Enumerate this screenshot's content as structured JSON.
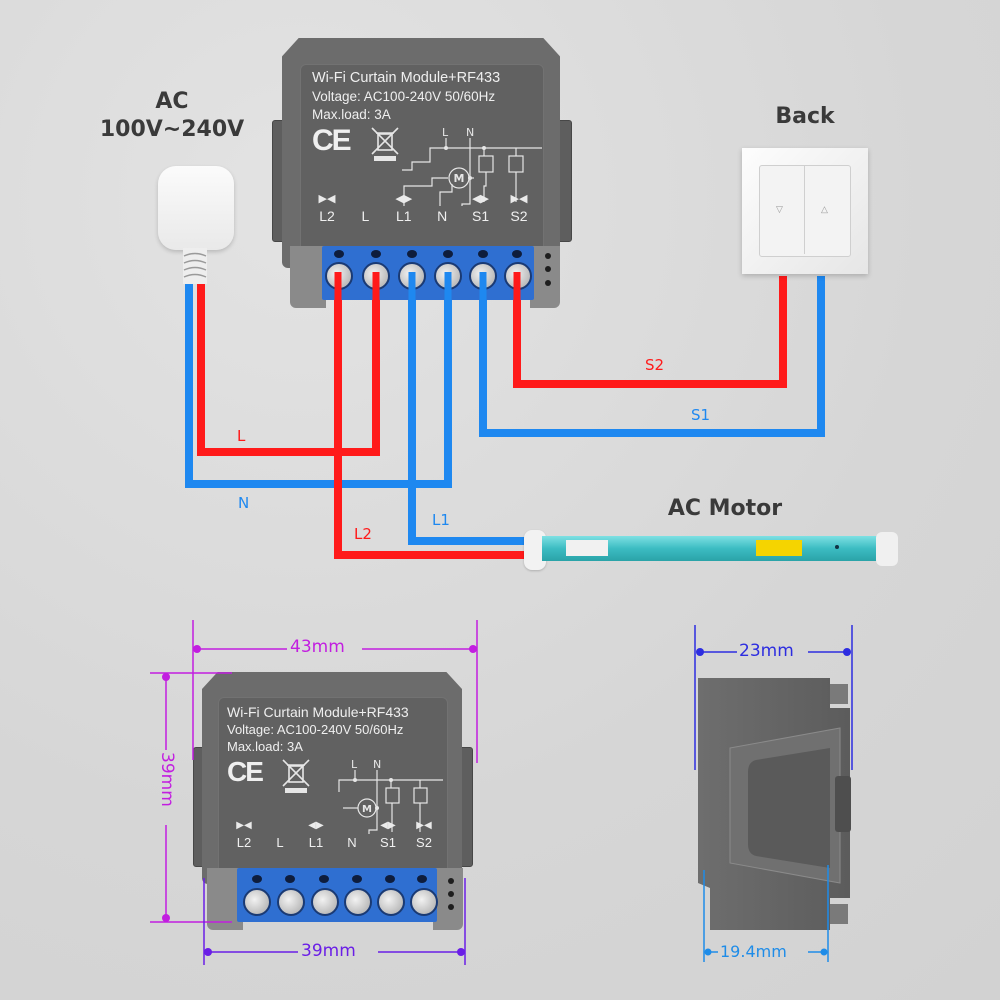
{
  "labels": {
    "power_source_line1": "AC",
    "power_source_line2": "100V~240V",
    "switch_title": "Back",
    "motor_title": "AC Motor"
  },
  "module": {
    "name": "Wi-Fi Curtain Module+RF433",
    "voltage": "Voltage: AC100-240V 50/60Hz",
    "max_load": "Max.load: 3A",
    "cert_ce": "CE",
    "schematic_top_labels": [
      "L",
      "N"
    ],
    "motor_symbol": "M",
    "terminals": [
      "L2",
      "L",
      "L1",
      "N",
      "S1",
      "S2"
    ]
  },
  "wires": [
    {
      "label": "L",
      "color": "#ff1a1a",
      "from": "AC plug",
      "to": "Terminal L"
    },
    {
      "label": "N",
      "color": "#1e88f0",
      "from": "AC plug",
      "to": "Terminal N"
    },
    {
      "label": "L2",
      "color": "#ff1a1a",
      "from": "Terminal L2",
      "to": "AC Motor"
    },
    {
      "label": "L1",
      "color": "#1e88f0",
      "from": "Terminal L1",
      "to": "AC Motor"
    },
    {
      "label": "S2",
      "color": "#ff1a1a",
      "from": "Terminal S2",
      "to": "Wall switch"
    },
    {
      "label": "S1",
      "color": "#1e88f0",
      "from": "Terminal S1",
      "to": "Wall switch"
    }
  ],
  "dimensions": {
    "front_width_top": "43mm",
    "front_height": "39mm",
    "front_width_bottom": "39mm",
    "side_depth_top": "23mm",
    "side_depth_bottom": "19.4mm"
  },
  "colors": {
    "live": "#ff1a1a",
    "neutral": "#1e88f0",
    "dim_magenta": "#c21ee0",
    "dim_violet": "#7a1ee0",
    "dim_blue": "#2d2de0",
    "dim_cyan": "#1e8ce8"
  }
}
